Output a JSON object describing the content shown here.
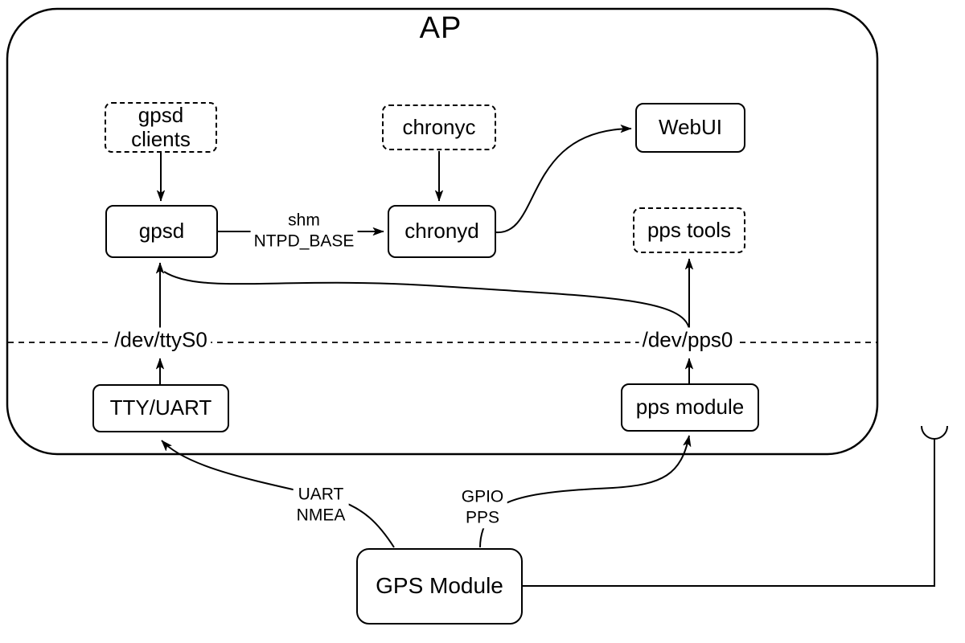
{
  "diagram": {
    "title": "AP",
    "nodes": {
      "gpsd_clients": "gpsd clients",
      "chronyc": "chronyc",
      "webui": "WebUI",
      "gpsd": "gpsd",
      "chronyd": "chronyd",
      "pps_tools": "pps tools",
      "tty_uart": "TTY/UART",
      "pps_module": "pps module",
      "gps_module": "GPS Module"
    },
    "device_nodes": {
      "serial": "/dev/ttyS0",
      "pps": "/dev/pps0"
    },
    "edge_labels": {
      "shm": [
        "shm",
        "NTPD_BASE"
      ],
      "uart": [
        "UART",
        "NMEA"
      ],
      "gpio": [
        "GPIO",
        "PPS"
      ]
    },
    "colors": {
      "stroke": "#000000",
      "background": "#ffffff"
    }
  }
}
